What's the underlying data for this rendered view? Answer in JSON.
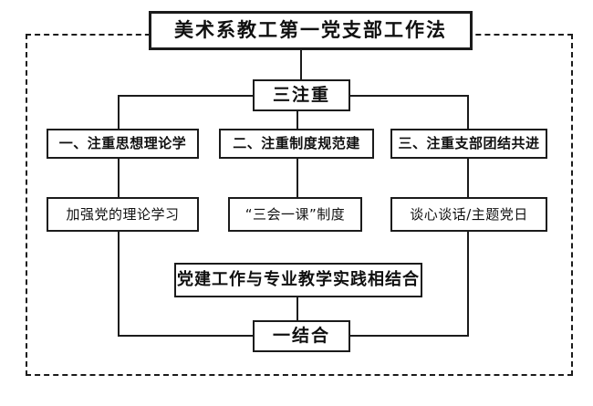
{
  "diagram": {
    "title": "美术系教工第一党支部工作法",
    "hub_top": "三注重",
    "hub_bottom": "一结合",
    "pillars": [
      {
        "label": "一、注重思想理论学"
      },
      {
        "label": "二、注重制度规范建"
      },
      {
        "label": "三、注重支部团结共进"
      }
    ],
    "actions": [
      {
        "label": "加强党的理论学习"
      },
      {
        "label": "“三会一课”制度"
      },
      {
        "label": "谈心谈话/主题党日"
      }
    ],
    "combine": "党建工作与专业教学实践相结合",
    "colors": {
      "line": "#1b1b1b",
      "text": "#101010",
      "background": "#ffffff"
    }
  }
}
